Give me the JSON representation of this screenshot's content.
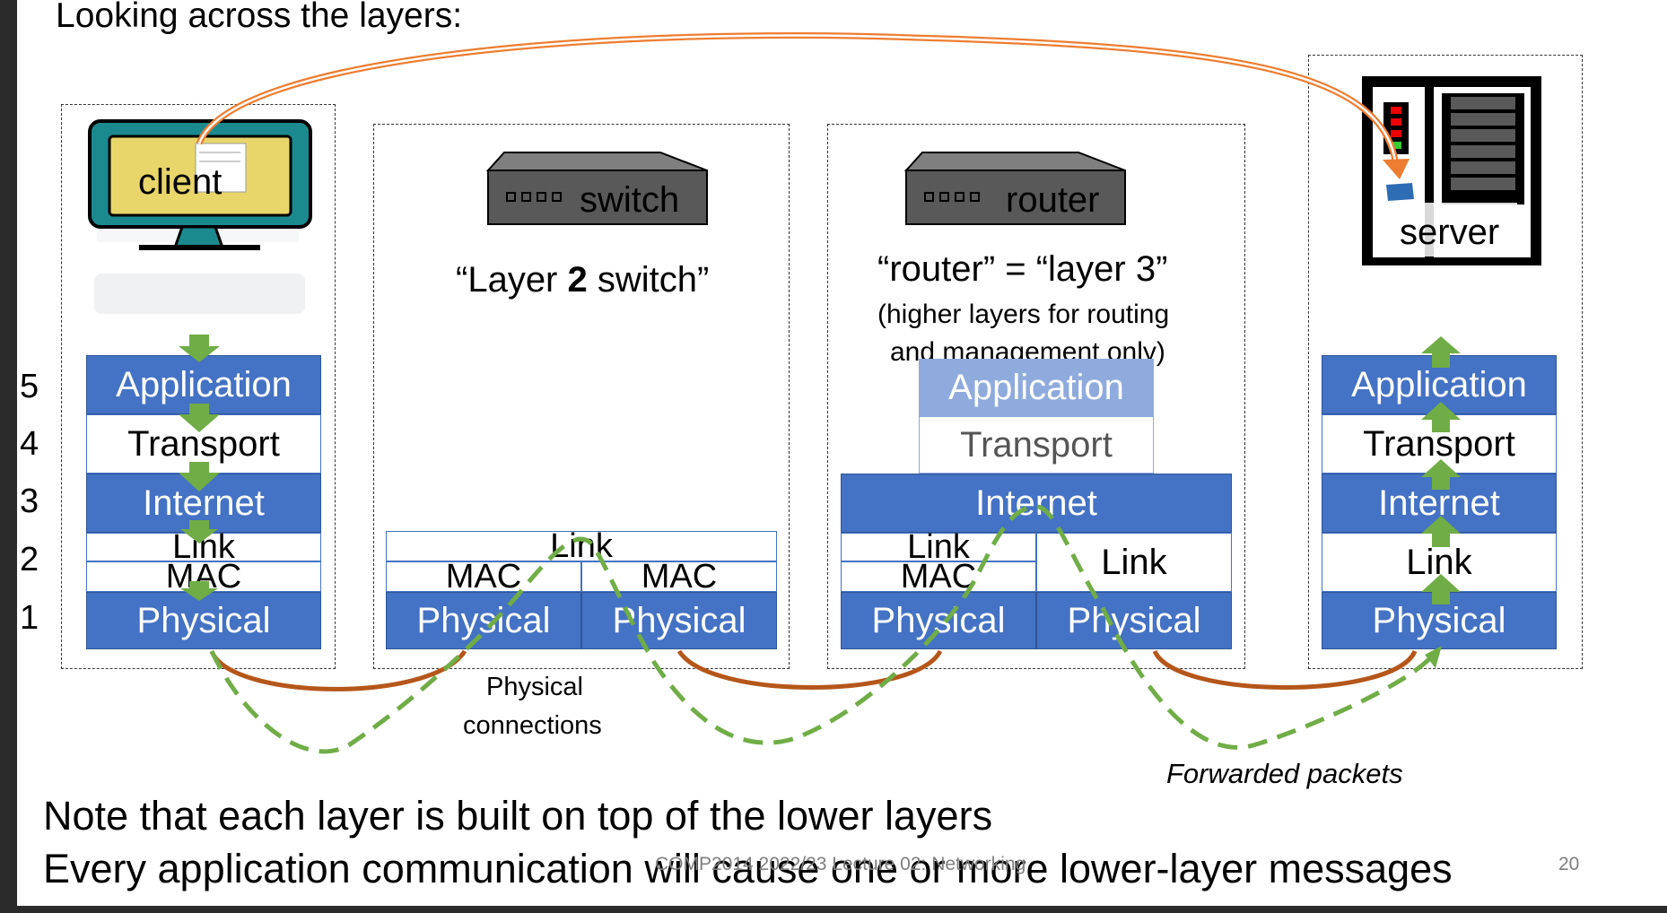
{
  "title": "Looking across the layers:",
  "layer_numbers": [
    "5",
    "4",
    "3",
    "2",
    "1"
  ],
  "devices": {
    "client": "client",
    "switch": "switch",
    "router": "router",
    "server": "server"
  },
  "captions": {
    "switch_prefix": "“Layer ",
    "switch_bold": "2",
    "switch_suffix": " switch”",
    "router_main": "“router” = “layer 3”",
    "router_sub1": "(higher layers for routing",
    "router_sub2": "and management only)"
  },
  "client_stack": [
    "Application",
    "Transport",
    "Internet",
    "Link",
    "MAC",
    "Physical"
  ],
  "switch_stack": {
    "link": "Link",
    "mac_left": "MAC",
    "mac_right": "MAC",
    "phys_left": "Physical",
    "phys_right": "Physical"
  },
  "router_stack": {
    "application": "Application",
    "transport": "Transport",
    "internet": "Internet",
    "link_left": "Link",
    "mac_left": "MAC",
    "link_right": "Link",
    "phys_left": "Physical",
    "phys_right": "Physical"
  },
  "server_stack": [
    "Application",
    "Transport",
    "Internet",
    "Link",
    "Physical"
  ],
  "labels": {
    "physical_line1": "Physical",
    "physical_line2": "connections",
    "forwarded": "Forwarded packets"
  },
  "notes": [
    "Note that each layer is built on top of the lower layers",
    "Every application communication will cause one or more lower-layer messages"
  ],
  "footer": "COMP2014 2022/23 Lecture 02: Networking",
  "page_number": "20",
  "colors": {
    "layer_blue": "#4472c4",
    "layer_light_blue": "#8faadc",
    "physical_link": "#b5561a",
    "packet_path": "#70ad47",
    "app_link": "#ed7d31"
  }
}
